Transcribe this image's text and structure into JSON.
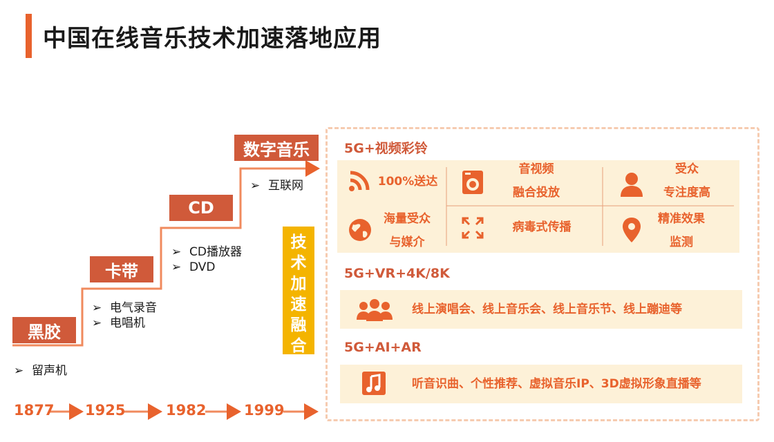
{
  "title": "中国在线音乐技术加速落地应用",
  "stages": [
    {
      "label": "黑胶",
      "items": [
        "留声机"
      ]
    },
    {
      "label": "卡带",
      "items": [
        "电气录音",
        "电唱机"
      ]
    },
    {
      "label": "CD",
      "items": [
        "CD播放器",
        "DVD"
      ]
    },
    {
      "label": "数字音乐",
      "items": [
        "互联网"
      ]
    }
  ],
  "years": [
    "1877",
    "1925",
    "1982",
    "1999"
  ],
  "fusion_label": [
    "技",
    "术",
    "加",
    "速",
    "融",
    "合"
  ],
  "bullet_marker": "➢",
  "sections": {
    "video": {
      "heading": "5G+视频彩铃",
      "cells": [
        {
          "icon": "rss-icon",
          "lines": [
            "100%送达"
          ]
        },
        {
          "icon": "washing-machine-icon",
          "lines": [
            "音视频",
            "融合投放"
          ]
        },
        {
          "icon": "user-icon",
          "lines": [
            "受众",
            "专注度高"
          ]
        },
        {
          "icon": "globe-icon",
          "lines": [
            "海量受众",
            "与媒介"
          ]
        },
        {
          "icon": "expand-icon",
          "lines": [
            "病毒式传播"
          ]
        },
        {
          "icon": "location-pin-icon",
          "lines": [
            "精准效果",
            "监测"
          ]
        }
      ]
    },
    "vr": {
      "heading": "5G+VR+4K/8K",
      "icon": "group-icon",
      "text": "线上演唱会、线上音乐会、线上音乐节、线上蹦迪等"
    },
    "ai": {
      "heading": "5G+AI+AR",
      "icon": "music-note-icon",
      "text": "听音识曲、个性推荐、虚拟音乐IP、3D虚拟形象直播等"
    }
  },
  "colors": {
    "accent": "#e8622d",
    "stage": "#d05a3a",
    "fusion": "#f4b400",
    "card": "#fdf1d8",
    "panel_border": "#f6cbb0"
  }
}
